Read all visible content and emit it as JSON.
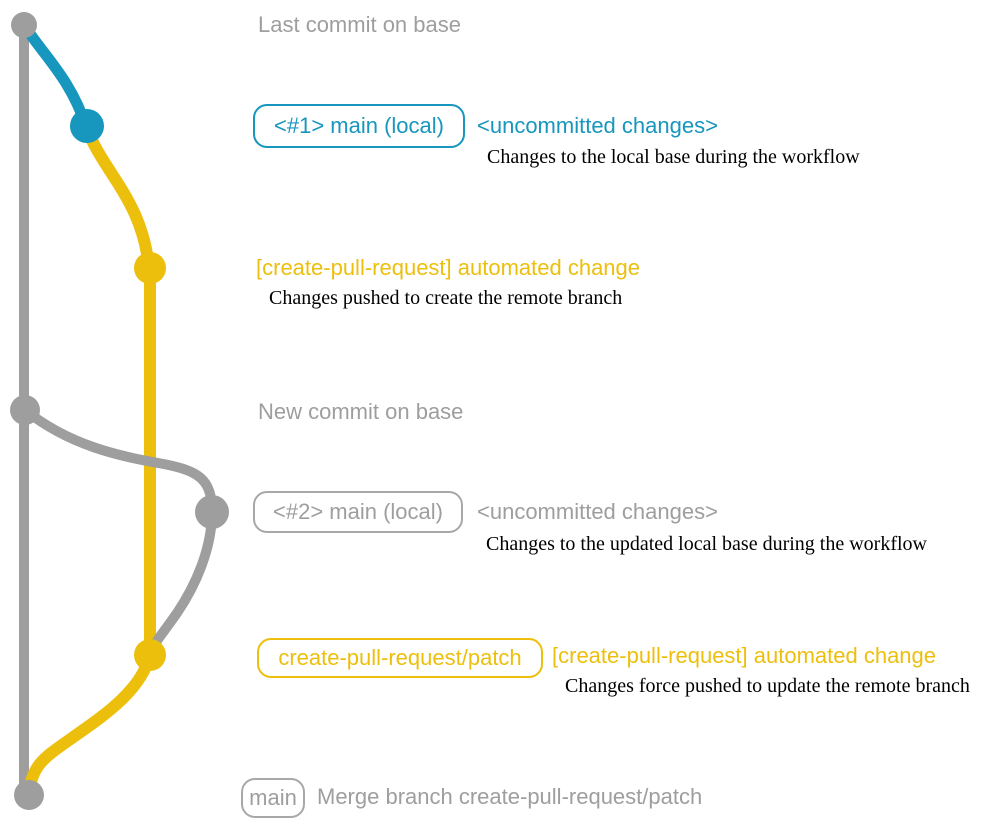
{
  "palette": {
    "gray": "#9e9e9e",
    "teal": "#1796be",
    "yellow": "#edbf0d",
    "description_text": "#000000",
    "background": "#ffffff"
  },
  "rows": {
    "last_base": {
      "message": "Last commit on base"
    },
    "local_main_1": {
      "branch_label": "<#1> main (local)",
      "message": "<uncommitted changes>",
      "description": "Changes to the local base during the workflow"
    },
    "automated_change_1": {
      "message": "[create-pull-request] automated change",
      "description": "Changes pushed to create the remote branch"
    },
    "new_base": {
      "message": "New commit on base"
    },
    "local_main_2": {
      "branch_label": "<#2> main (local)",
      "message": "<uncommitted changes>",
      "description": "Changes to the updated local base during the workflow"
    },
    "patch": {
      "branch_label": "create-pull-request/patch",
      "message": "[create-pull-request] automated change",
      "description": "Changes force pushed to update the remote branch"
    },
    "merge": {
      "branch_label": "main",
      "message": "Merge branch create-pull-request/patch"
    }
  }
}
